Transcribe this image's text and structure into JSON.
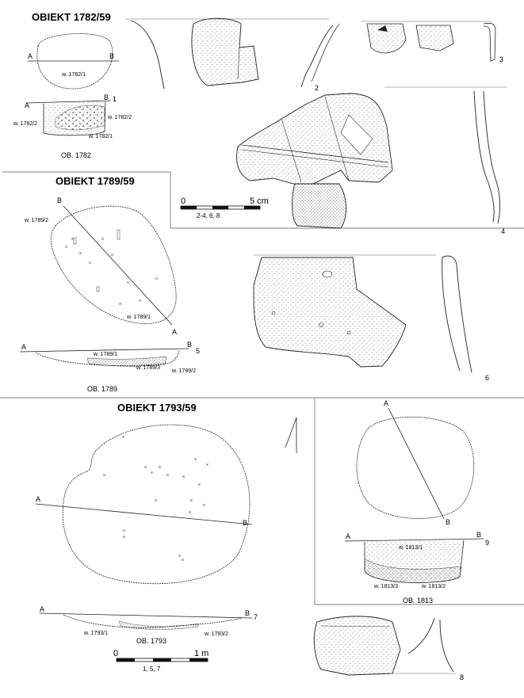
{
  "obiekt_1782": {
    "title": "OBIEKT 1782/59",
    "plan_a": "A",
    "plan_b": "B",
    "plan_layer": "w. 1782/1",
    "section_a": "A",
    "section_b": "B",
    "section_num": "1",
    "section_l2_left": "w. 1782/2",
    "section_l2_right": "w. 1782/2",
    "section_l1": "w. 1782/1",
    "caption": "OB. 1782"
  },
  "obiekt_1789": {
    "title": "OBIEKT 1789/59",
    "plan_b": "B",
    "plan_a": "A",
    "plan_l2": "w. 1789/2",
    "plan_l1": "w. 1789/1",
    "section_a": "A",
    "section_b": "B",
    "section_num": "5",
    "section_l1": "w. 1789/1",
    "section_l3": "w. 1789/3",
    "section_l2": "w. 1789/2",
    "caption": "OB. 1789"
  },
  "obiekt_1793": {
    "title": "OBIEKT 1793/59",
    "plan_a": "A",
    "plan_b": "B",
    "section_a": "A",
    "section_b": "B",
    "section_num": "7",
    "section_l1": "w. 1793/1",
    "section_l2": "w. 1793/2",
    "caption": "OB. 1793"
  },
  "obiekt_1813": {
    "plan_a": "A",
    "plan_b": "B",
    "section_a": "A",
    "section_b": "B",
    "section_num": "9",
    "section_l1": "w. 1813/1",
    "section_l3": "w. 1813/3",
    "section_l2": "w. 1813/2",
    "caption": "OB. 1813"
  },
  "finds": {
    "n2": "2",
    "n3": "3",
    "n4": "4",
    "n6": "6",
    "n8": "8"
  },
  "scale_small": {
    "zero": "0",
    "end": "5 cm",
    "applies_to": "2-4, 6, 8"
  },
  "scale_large": {
    "zero": "0",
    "end": "1 m",
    "applies_to": "1, 5, 7"
  }
}
